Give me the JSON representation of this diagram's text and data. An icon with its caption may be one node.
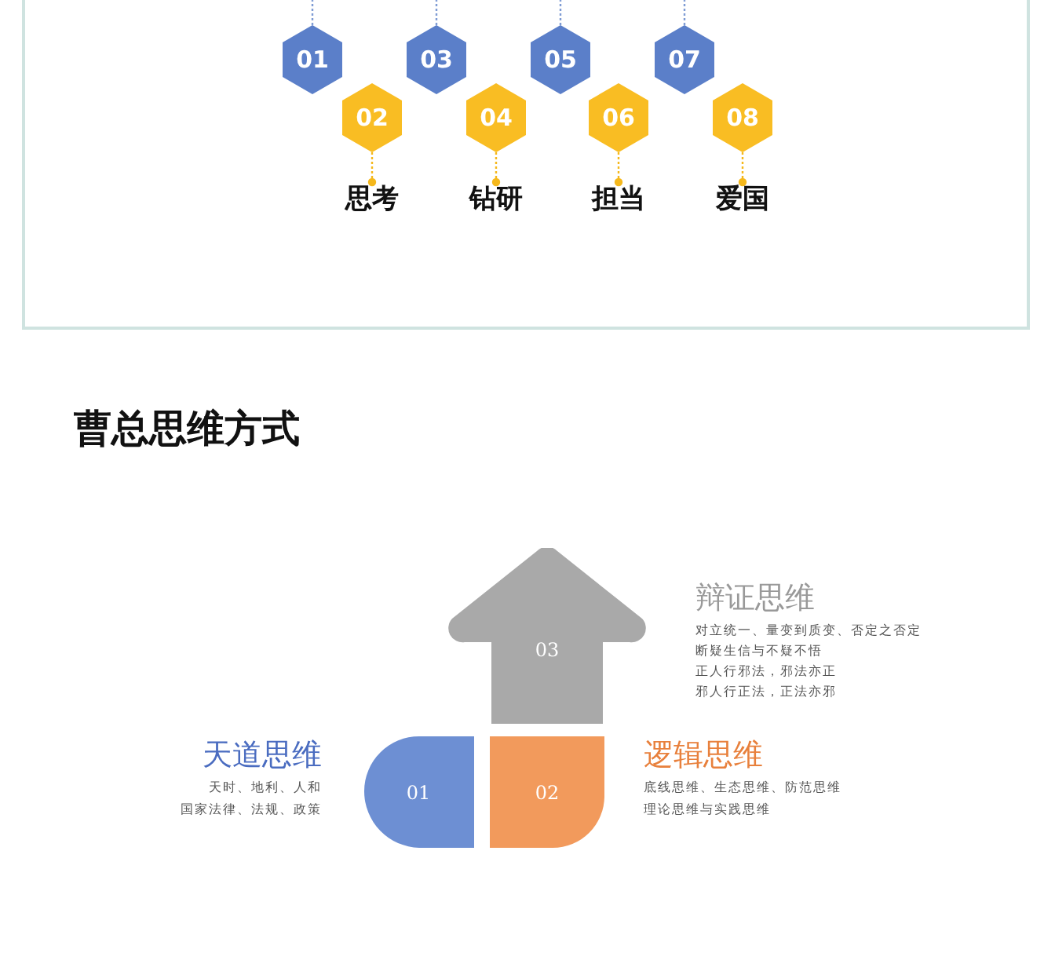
{
  "diagram": {
    "title": "曹总思维方式",
    "nodes": [
      {
        "text": [
          "01"
        ]
      },
      {
        "text": [
          "02"
        ]
      },
      {
        "text": [
          "03"
        ]
      },
      {
        "text": [
          "04"
        ]
      },
      {
        "text": [
          "05"
        ]
      },
      {
        "text": [
          "06"
        ]
      },
      {
        "text": [
          "07"
        ]
      },
      {
        "text": [
          "08"
        ]
      },
      {
        "text": [
          "思考"
        ]
      },
      {
        "text": [
          "钻研"
        ]
      },
      {
        "text": [
          "担当"
        ]
      },
      {
        "text": [
          "爱国"
        ]
      },
      {
        "text": [
          "01"
        ],
        "beside": [
          "天道思维",
          "天时、地利、人和",
          "国家法律、法规、政策"
        ]
      },
      {
        "text": [
          "02"
        ],
        "beside": [
          "逻辑思维",
          "底线思维、生态思维、防范思维",
          "理论思维与实践思维"
        ]
      },
      {
        "text": [
          "03"
        ],
        "beside": [
          "辩证思维",
          "对立统一、量变到质变、否定之否定",
          "断疑生信与不疑不悟",
          "正人行邪法，邪法亦正",
          "邪人行正法，正法亦邪"
        ]
      }
    ],
    "edges": [
      {
        "from": 0,
        "to": null,
        "arrow": "none",
        "style": "dashed",
        "color": "#7f9cd4"
      },
      {
        "from": 2,
        "to": null,
        "arrow": "none",
        "style": "dashed",
        "color": "#7f9cd4"
      },
      {
        "from": 4,
        "to": null,
        "arrow": "none",
        "style": "dashed",
        "color": "#7f9cd4"
      },
      {
        "from": 6,
        "to": null,
        "arrow": "none",
        "style": "dashed",
        "color": "#7f9cd4"
      },
      {
        "from": 1,
        "to": 8,
        "arrow": "other",
        "style": "dashed",
        "color": "#f5b81c"
      },
      {
        "from": 3,
        "to": 9,
        "arrow": "other",
        "style": "dashed",
        "color": "#f5b81c"
      },
      {
        "from": 5,
        "to": 10,
        "arrow": "other",
        "style": "dashed",
        "color": "#f5b81c"
      },
      {
        "from": 7,
        "to": 11,
        "arrow": "other",
        "style": "dashed",
        "color": "#f5b81c"
      }
    ]
  }
}
